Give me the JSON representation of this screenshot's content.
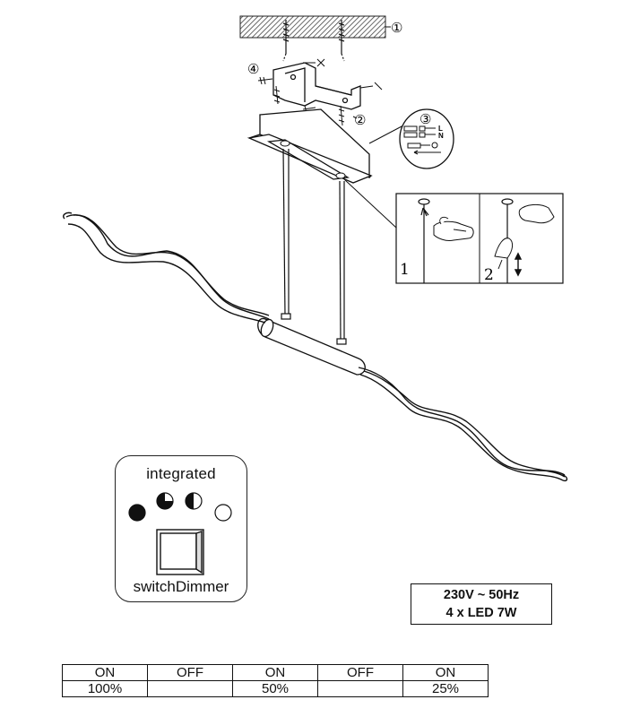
{
  "callouts": {
    "c1": "①",
    "c2": "②",
    "c3": "③",
    "c4": "④"
  },
  "wiring": {
    "live": "L",
    "neutral": "N"
  },
  "height_steps": {
    "step1": "1",
    "step2": "2"
  },
  "switch_panel": {
    "top_label": "integrated",
    "bottom_label": "switchDimmer"
  },
  "specs": {
    "line1": "230V ~ 50Hz",
    "line2": "4 x LED 7W"
  },
  "dimmer_table": {
    "states": [
      "ON",
      "OFF",
      "ON",
      "OFF",
      "ON"
    ],
    "levels": [
      "100%",
      "",
      "50%",
      "",
      "25%"
    ]
  },
  "colors": {
    "ink": "#111111",
    "hatch": "#555555",
    "paper": "#ffffff"
  }
}
